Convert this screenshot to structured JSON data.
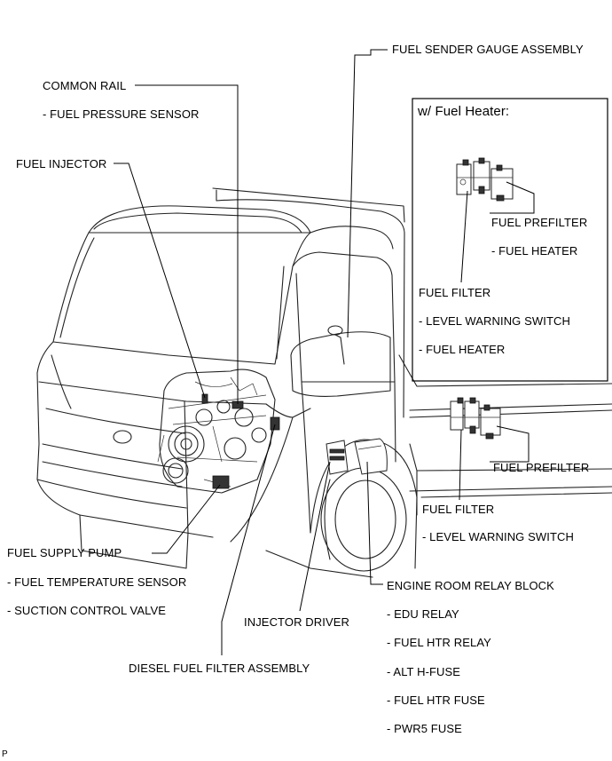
{
  "labels": {
    "fuel_sender": "FUEL SENDER GAUGE ASSEMBLY",
    "common_rail": "COMMON RAIL",
    "fuel_pressure_sensor": "- FUEL PRESSURE SENSOR",
    "fuel_injector": "FUEL INJECTOR",
    "inset_title": "w/ Fuel Heater:",
    "inset_fuel_prefilter": "FUEL PREFILTER",
    "inset_prefilter_heater": "- FUEL HEATER",
    "inset_fuel_filter": "FUEL FILTER",
    "inset_level_warning": "- LEVEL WARNING SWITCH",
    "inset_filter_heater": "- FUEL HEATER",
    "fuel_prefilter": "FUEL PREFILTER",
    "fuel_filter": "FUEL FILTER",
    "level_warning": "- LEVEL WARNING SWITCH",
    "fuel_supply_pump": "FUEL SUPPLY PUMP",
    "fuel_temp_sensor": "- FUEL TEMPERATURE SENSOR",
    "suction_control_valve": "- SUCTION CONTROL VALVE",
    "injector_driver": "INJECTOR DRIVER",
    "engine_room_relay_block": "ENGINE ROOM RELAY BLOCK",
    "edu_relay": "- EDU RELAY",
    "fuel_htr_relay": "- FUEL HTR RELAY",
    "alt_h_fuse": "- ALT H-FUSE",
    "fuel_htr_fuse": "- FUEL HTR FUSE",
    "pwr5_fuse": "- PWR5 FUSE",
    "diesel_fuel_filter": "DIESEL FUEL FILTER ASSEMBLY",
    "corner_mark": "P"
  }
}
